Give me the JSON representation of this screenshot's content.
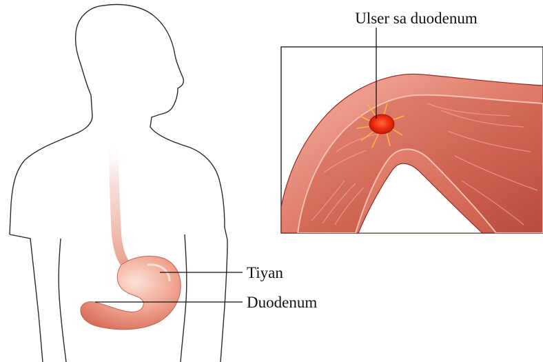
{
  "labels": {
    "ulcer": "Ulser sa duodenum",
    "stomach": "Tiyan",
    "duodenum": "Duodenum"
  },
  "colors": {
    "outline": "#2a2a2a",
    "tissue_light": "#f3a08f",
    "tissue_mid": "#de6d5c",
    "tissue_dark": "#b83a34",
    "ulcer_core": "#ee2a10",
    "ulcer_halo": "#ffb347",
    "esophagus": "#efb0a0"
  }
}
